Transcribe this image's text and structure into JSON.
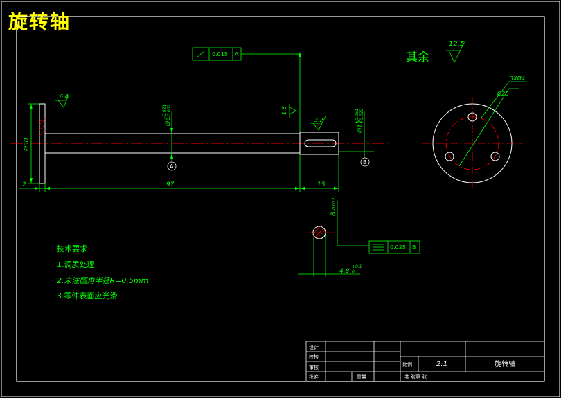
{
  "drawing": {
    "title": "旋转轴",
    "colors": {
      "background": "#000000",
      "frame": "#ffffff",
      "dimension": "#00ff00",
      "centerline": "#ff0000",
      "title_text": "#ffff00"
    },
    "roughness": {
      "general_label": "其余",
      "general_value": "12.5",
      "face_value": "6.4",
      "journal_value": "1.6",
      "keyway_value": "3.2"
    },
    "tolerance_frames": {
      "runout": {
        "symbol": "↗",
        "value": "0.015",
        "datum": "A"
      },
      "symmetry": {
        "symbol": "≡",
        "value": "0.025",
        "datum": "B"
      }
    },
    "datums": {
      "a": "A",
      "b": "B"
    },
    "dimensions": {
      "flange_dia": "Ø30",
      "flange_thickness": "2",
      "shaft_length": "97",
      "end_length": "15",
      "shaft_dia_main": "Ø6",
      "shaft_dia_main_tol_upper": "-0.021",
      "shaft_dia_main_tol_lower": "-0.002",
      "shaft_dia_end": "Ø12",
      "shaft_dia_end_tol_upper": "+0.051",
      "shaft_dia_end_tol_lower": "+0.032",
      "keyway_depth": "8",
      "keyway_depth_tol": "-0.052",
      "keyway_width": "4.8",
      "keyway_width_tol": "+0.1",
      "keyway_width_tol2": "0",
      "holes": "3XØ4",
      "pcd": "Ø20"
    },
    "notes": {
      "heading": "技术要求",
      "items": [
        "1.调质处理",
        "2.未注圆角半径R=0.5mm",
        "3.零件表面应光滑"
      ]
    },
    "title_block": {
      "labels": [
        "设计",
        "校核",
        "审核",
        "批准"
      ],
      "scale_label": "比例",
      "scale": "2:1",
      "part_name": "旋转轴",
      "weight_label": "重量",
      "sheet_info": "共  张第  张"
    }
  }
}
